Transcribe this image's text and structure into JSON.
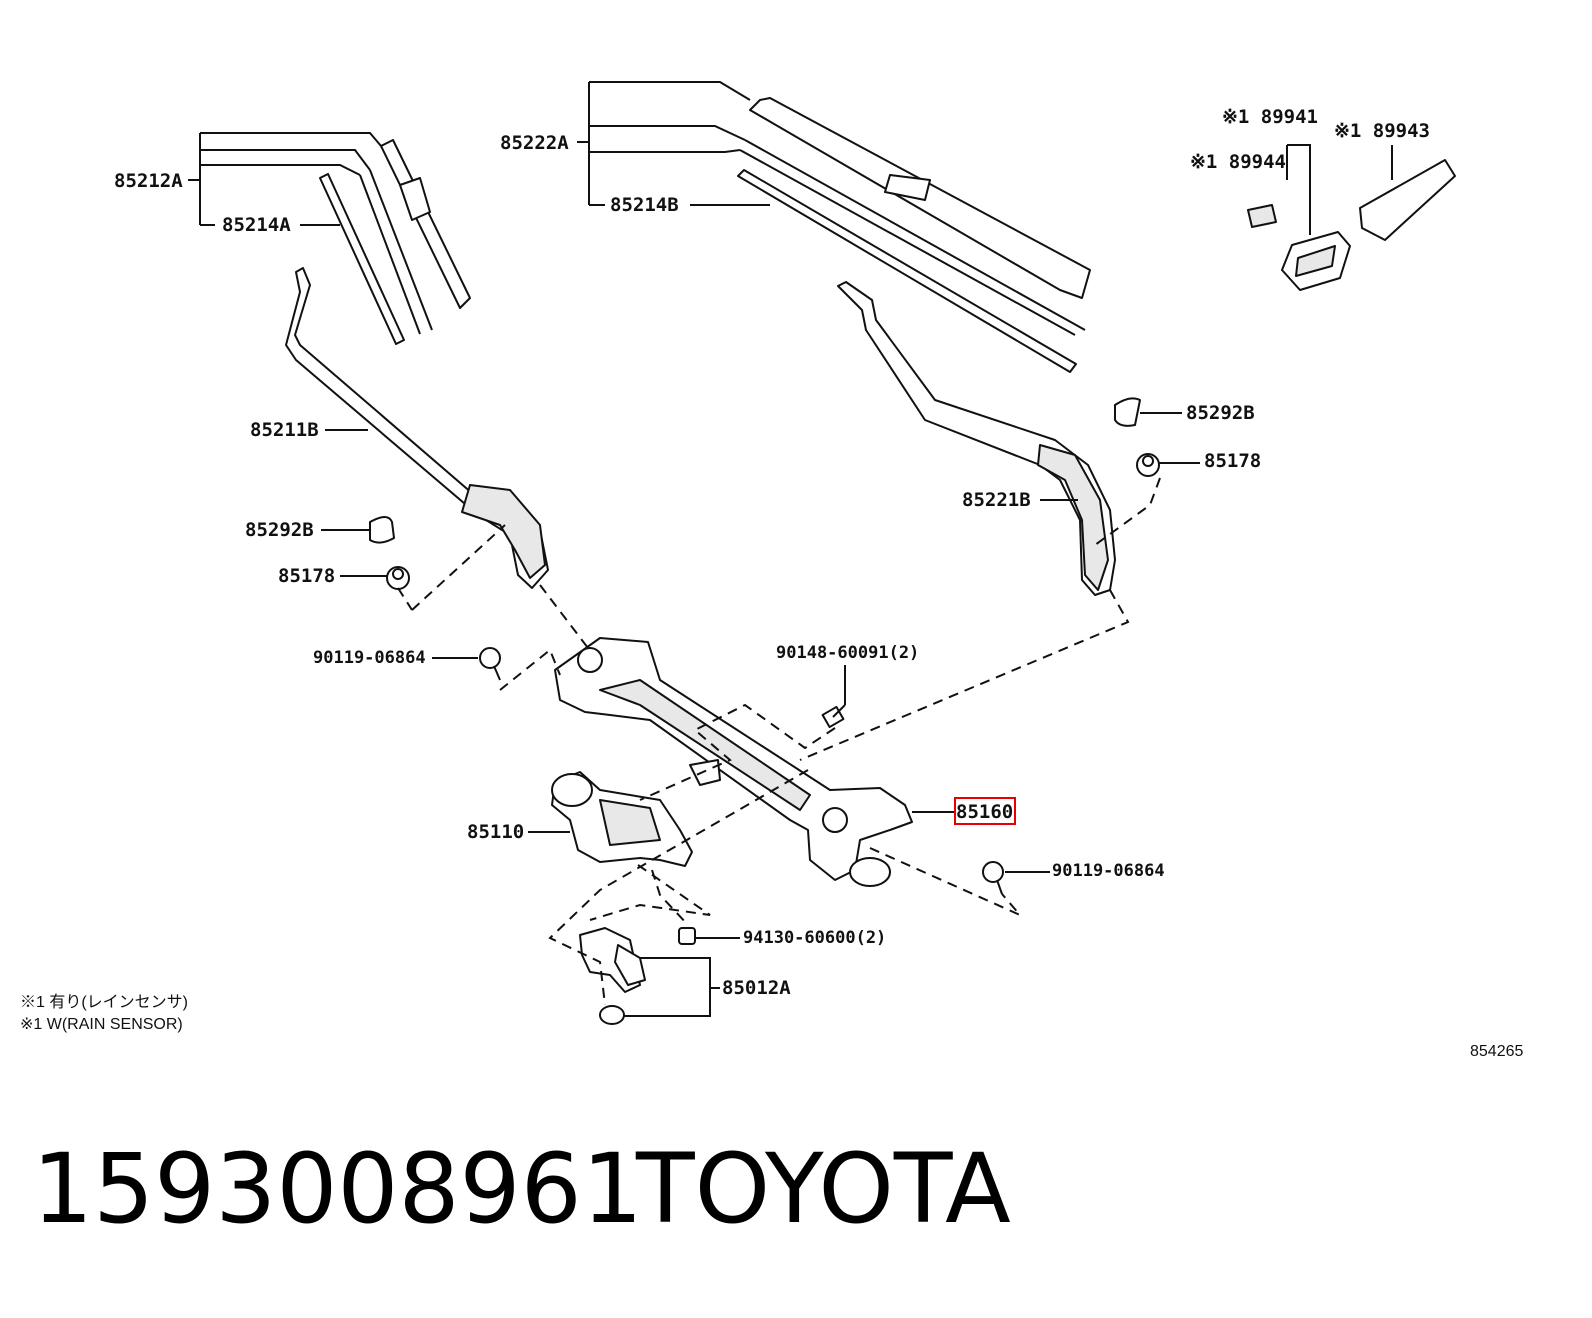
{
  "labels": {
    "l85212A": "85212A",
    "l85214A": "85214A",
    "l85222A": "85222A",
    "l85214B": "85214B",
    "l85211B": "85211B",
    "l85292B_left": "85292B",
    "l85178_left": "85178",
    "l90119_left": "90119-06864",
    "l90148": "90148-60091(2)",
    "l85110": "85110",
    "l85160": "85160",
    "l90119_right": "90119-06864",
    "l94130": "94130-60600(2)",
    "l85012A": "85012A",
    "l85292B_right": "85292B",
    "l85178_right": "85178",
    "l85221B": "85221B",
    "l89941": "※1 89941",
    "l89943": "※1 89943",
    "l89944": "※1 89944"
  },
  "notes": {
    "line1": "※1 有り(レインセンサ)",
    "line2": "※1 W(RAIN SENSOR)"
  },
  "figure_code": "854265",
  "footer": {
    "part_number": "1593008961",
    "brand": "TOYOTA"
  },
  "highlight_color": "#e60000"
}
